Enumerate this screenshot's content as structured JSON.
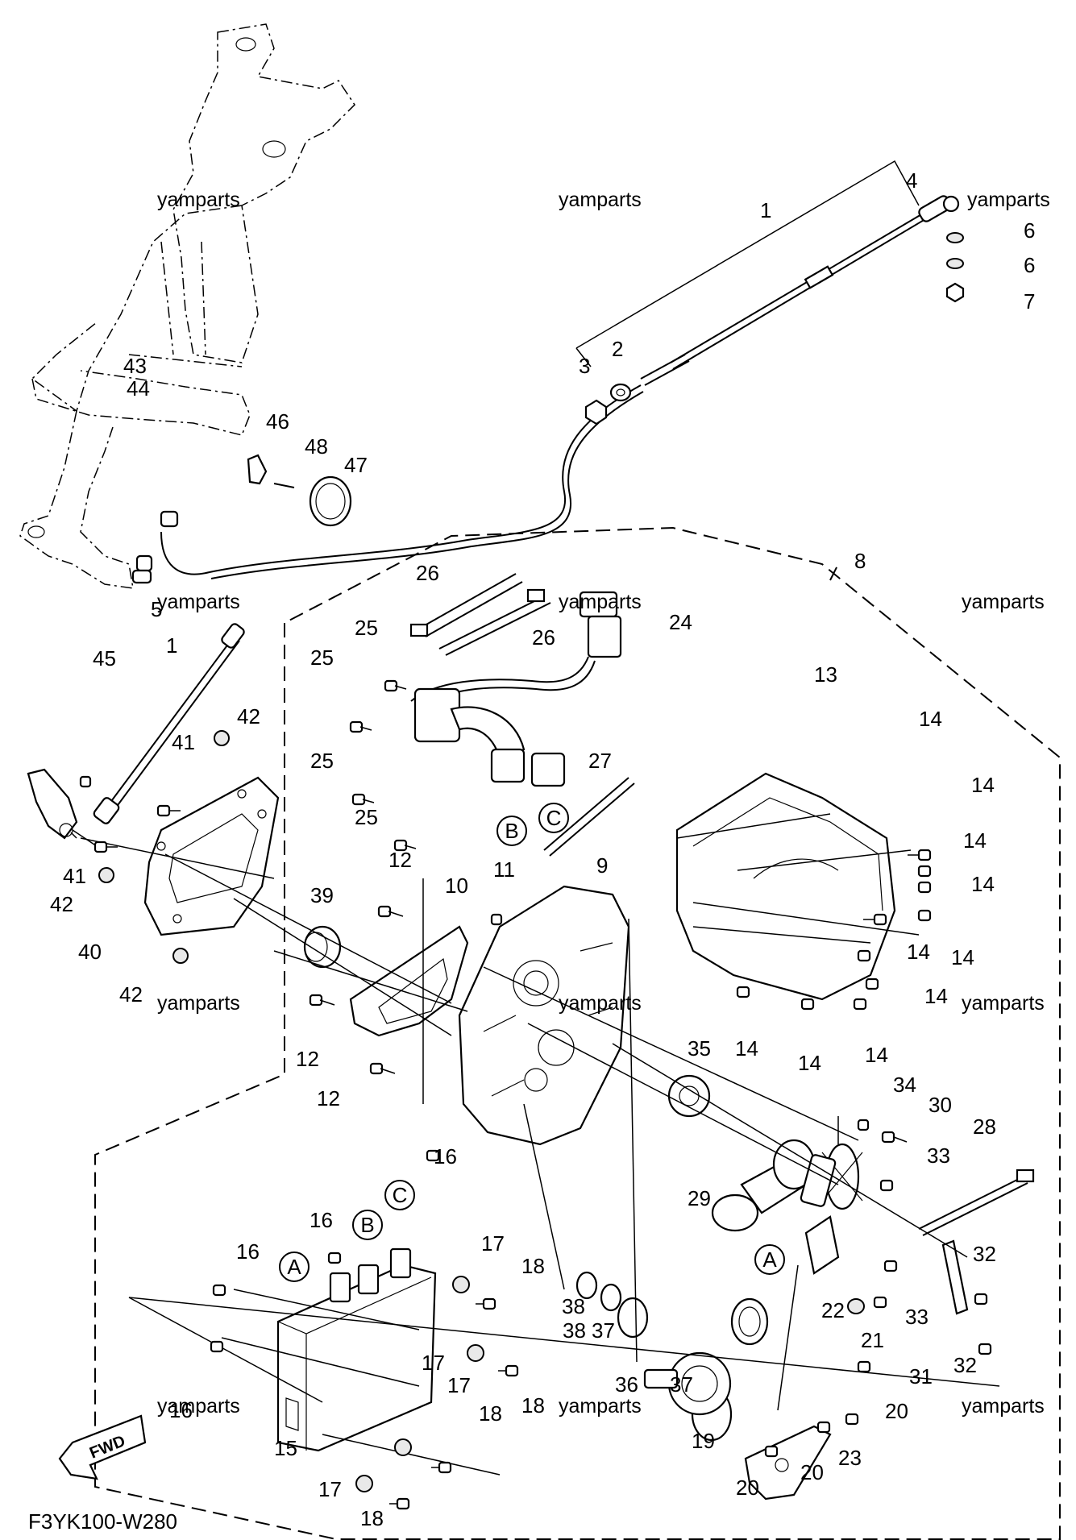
{
  "diagram_code": "F3YK100-W280",
  "watermark": "yamparts",
  "direction_arrow_label": "FWD",
  "connector_labels": {
    "A": "A",
    "B": "B",
    "C": "C"
  },
  "part_numbers": {
    "n1": "1",
    "n2": "2",
    "n3": "3",
    "n4": "4",
    "n5": "5",
    "n6": "6",
    "n7": "7",
    "n8": "8",
    "n9": "9",
    "n10": "10",
    "n11": "11",
    "n12": "12",
    "n13": "13",
    "n14": "14",
    "n15": "15",
    "n16": "16",
    "n17": "17",
    "n18": "18",
    "n19": "19",
    "n20": "20",
    "n21": "21",
    "n22": "22",
    "n23": "23",
    "n24": "24",
    "n25": "25",
    "n26": "26",
    "n27": "27",
    "n28": "28",
    "n29": "29",
    "n30": "30",
    "n31": "31",
    "n32": "32",
    "n33": "33",
    "n34": "34",
    "n35": "35",
    "n36": "36",
    "n37": "37",
    "n38": "38",
    "n39": "39",
    "n40": "40",
    "n41": "41",
    "n42": "42",
    "n43": "43",
    "n44": "44",
    "n45": "45",
    "n46": "46",
    "n47": "47",
    "n48": "48"
  }
}
